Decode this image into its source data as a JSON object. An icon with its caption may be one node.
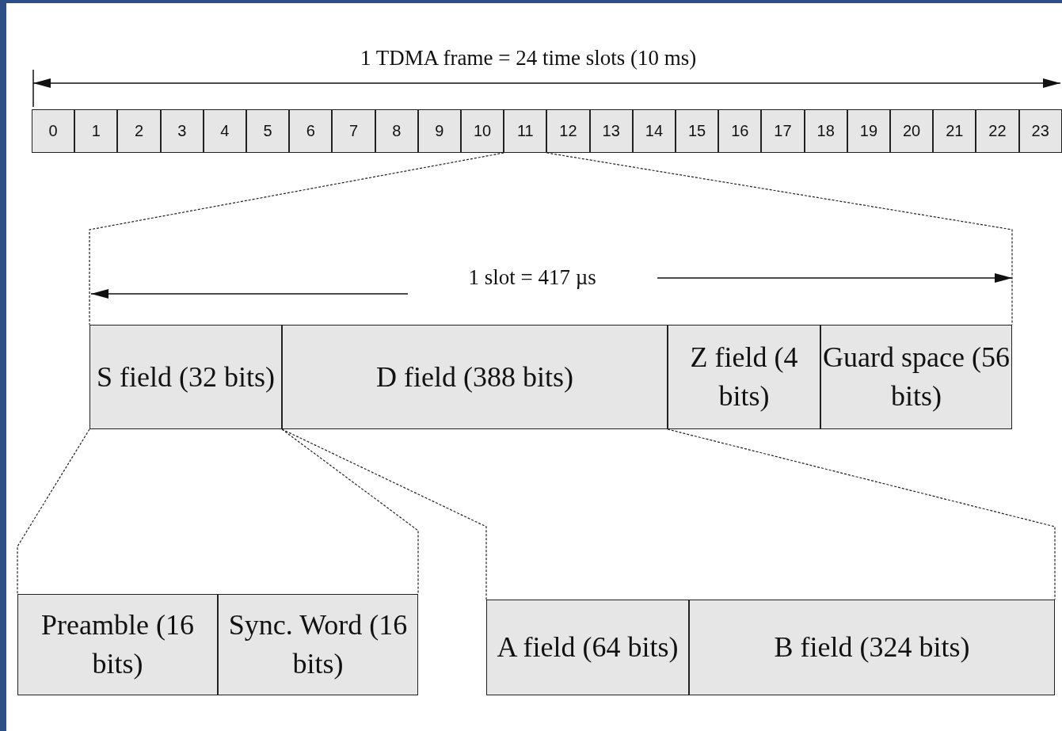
{
  "diagram": {
    "nodes": [
      {
        "text": [
          "0"
        ]
      },
      {
        "text": [
          "1"
        ]
      },
      {
        "text": [
          "2"
        ]
      },
      {
        "text": [
          "3"
        ]
      },
      {
        "text": [
          "4"
        ]
      },
      {
        "text": [
          "5"
        ]
      },
      {
        "text": [
          "6"
        ]
      },
      {
        "text": [
          "7"
        ]
      },
      {
        "text": [
          "8"
        ]
      },
      {
        "text": [
          "9"
        ]
      },
      {
        "text": [
          "10"
        ]
      },
      {
        "text": [
          "11"
        ]
      },
      {
        "text": [
          "12"
        ]
      },
      {
        "text": [
          "13"
        ]
      },
      {
        "text": [
          "14"
        ]
      },
      {
        "text": [
          "15"
        ]
      },
      {
        "text": [
          "16"
        ]
      },
      {
        "text": [
          "17"
        ]
      },
      {
        "text": [
          "18"
        ]
      },
      {
        "text": [
          "19"
        ]
      },
      {
        "text": [
          "20"
        ]
      },
      {
        "text": [
          "21"
        ]
      },
      {
        "text": [
          "22"
        ]
      },
      {
        "text": [
          "23"
        ]
      },
      {
        "text": [
          "S field (32 bits)"
        ]
      },
      {
        "text": [
          "D field (388 bits)"
        ]
      },
      {
        "text": [
          "Z field (4 bits)"
        ]
      },
      {
        "text": [
          "Guard space (56 bits)"
        ]
      },
      {
        "text": [
          "Preamble (16 bits)"
        ]
      },
      {
        "text": [
          "Sync. Word (16 bits)"
        ]
      },
      {
        "text": [
          "A field (64 bits)"
        ]
      },
      {
        "text": [
          "B field (324 bits)"
        ]
      }
    ],
    "edges": [
      {
        "from": 11,
        "to": 24,
        "arrow": "none",
        "style": "dashed"
      },
      {
        "from": 11,
        "to": 27,
        "arrow": "none",
        "style": "dashed"
      },
      {
        "from": 24,
        "to": 28,
        "arrow": "none",
        "style": "dashed"
      },
      {
        "from": 24,
        "to": 29,
        "arrow": "none",
        "style": "dashed"
      },
      {
        "from": 25,
        "to": 30,
        "arrow": "none",
        "style": "dashed"
      },
      {
        "from": 25,
        "to": 31,
        "arrow": "none",
        "style": "dashed"
      }
    ],
    "labels": [
      "1 TDMA frame = 24 time slots (10 ms)",
      "1 slot = 417 µs"
    ]
  }
}
